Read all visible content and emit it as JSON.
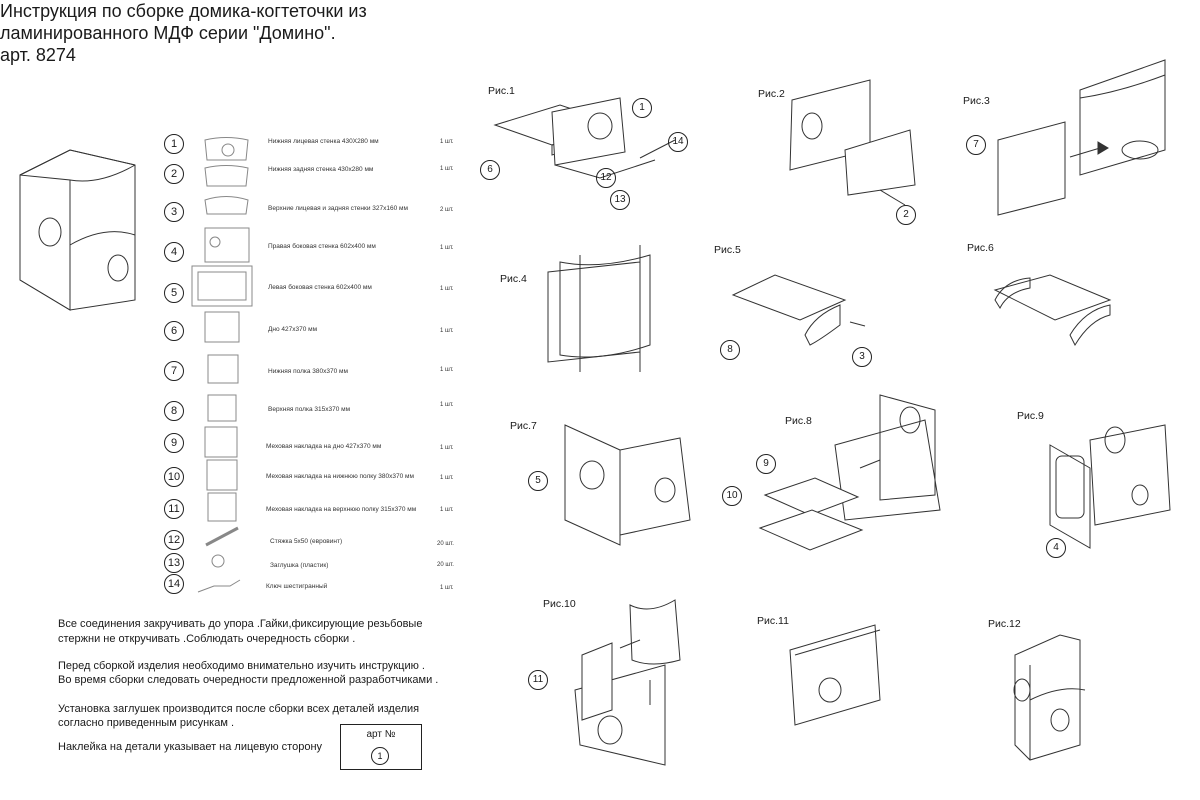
{
  "title": {
    "line1": "Инструкция по сборке домика-когтеточки из",
    "line2": "ламинированного МДФ серии \"Домино\".",
    "line3": "арт. 8274"
  },
  "parts": [
    {
      "num": "1",
      "desc": "Нижняя лицевая стенка 430Х280 мм",
      "qty": "1 шт."
    },
    {
      "num": "2",
      "desc": "Нижняя задняя стенка 430х280 мм",
      "qty": "1 шт."
    },
    {
      "num": "3",
      "desc": "Верхние лицевая и задняя стенки 327х160 мм",
      "qty": "2 шт."
    },
    {
      "num": "4",
      "desc": "Правая боковая стенка 602х400 мм",
      "qty": "1 шт."
    },
    {
      "num": "5",
      "desc": "Левая  боковая стенка 602х400 мм",
      "qty": "1 шт."
    },
    {
      "num": "6",
      "desc": "Дно 427х370 мм",
      "qty": "1 шт."
    },
    {
      "num": "7",
      "desc": "Нижняя полка 380х370 мм",
      "qty": "1 шт."
    },
    {
      "num": "8",
      "desc": "Верхняя полка 315х370 мм",
      "qty": "1 шт."
    },
    {
      "num": "9",
      "desc": "Меховая накладка на дно 427х370 мм",
      "qty": "1 шт."
    },
    {
      "num": "10",
      "desc": "Меховая накладка на нижнюю полку 380х370 мм",
      "qty": "1 шт."
    },
    {
      "num": "11",
      "desc": "Меховая накладка на верхнюю полку 315х370 мм",
      "qty": "1 шт."
    },
    {
      "num": "12",
      "desc": "Стяжка 5х50 (евровинт)",
      "qty": "20 шт."
    },
    {
      "num": "13",
      "desc": "Заглушка (пластик)",
      "qty": "20 шт."
    },
    {
      "num": "14",
      "desc": "Ключ шестигранный",
      "qty": "1 шт."
    }
  ],
  "notes": {
    "p1_l1": "Все соединения закручивать до упора .Гайки,фиксирующие резьбовые",
    "p1_l2": "стержни не откручивать .Соблюдать очередность сборки .",
    "p2_l1": "Перед сборкой изделия необходимо внимательно изучить инструкцию .",
    "p2_l2": "Во время сборки следовать очередности предложенной разработчиками .",
    "p3_l1": "Установка заглушек производится после сборки всех деталей изделия",
    "p3_l2": "согласно приведенным рисункам .",
    "p4": "Наклейка на детали указывает на лицевую сторону"
  },
  "art_box": {
    "label": "арт №",
    "num": "1"
  },
  "figures": {
    "f1": "Рис.1",
    "f2": "Рис.2",
    "f3": "Рис.3",
    "f4": "Рис.4",
    "f5": "Рис.5",
    "f6": "Рис.6",
    "f7": "Рис.7",
    "f8": "Рис.8",
    "f9": "Рис.9",
    "f10": "Рис.10",
    "f11": "Рис.11",
    "f12": "Рис.12"
  },
  "callouts": {
    "c1": "1",
    "c6": "6",
    "c12": "12",
    "c13": "13",
    "c14": "14",
    "c2": "2",
    "c7": "7",
    "c8": "8",
    "c3": "3",
    "c5": "5",
    "c9": "9",
    "c10": "10",
    "c4": "4",
    "c11": "11"
  }
}
